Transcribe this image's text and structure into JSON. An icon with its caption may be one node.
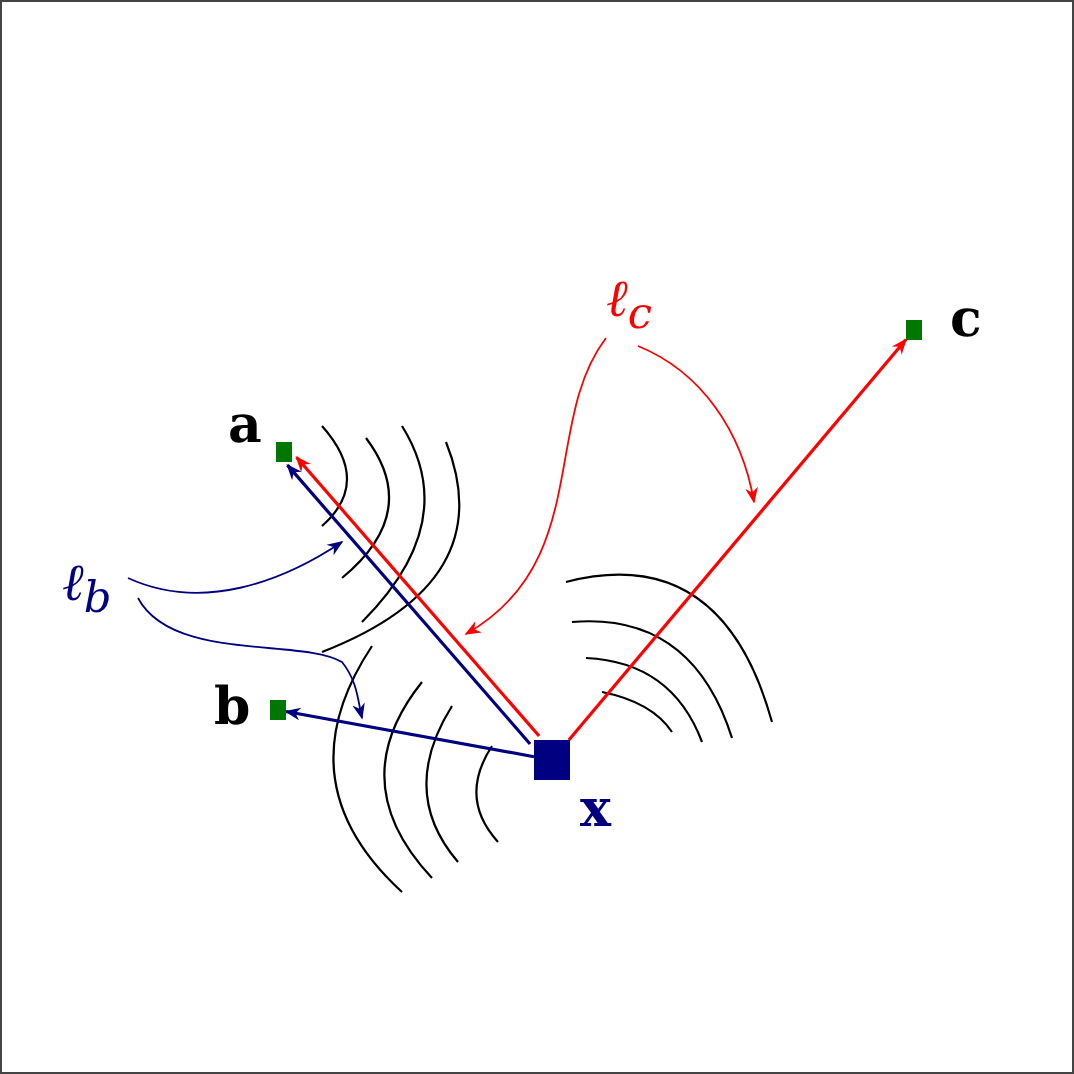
{
  "diagram": {
    "nodes": [
      {
        "text": [
          "x"
        ]
      },
      {
        "text": [
          "a"
        ]
      },
      {
        "text": [
          "b"
        ]
      },
      {
        "text": [
          "c"
        ]
      },
      {
        "text": [
          "ℓ$_{c}$"
        ]
      },
      {
        "text": [
          "ℓ$_{b}$"
        ]
      }
    ],
    "edges": [
      {
        "from": 0,
        "to": 1,
        "arrow": "to",
        "color": "#ff0000"
      },
      {
        "from": 0,
        "to": 1,
        "arrow": "to",
        "color": "#000080"
      },
      {
        "from": 0,
        "to": 2,
        "arrow": "to",
        "color": "#000080"
      },
      {
        "from": 0,
        "to": 3,
        "arrow": "to",
        "color": "#ff0000"
      },
      {
        "from": 4,
        "to": null,
        "arrow": "to",
        "color": "#ff0000"
      },
      {
        "from": 4,
        "to": null,
        "arrow": "to",
        "color": "#ff0000"
      },
      {
        "from": 5,
        "to": null,
        "arrow": "to",
        "color": "#000080"
      },
      {
        "from": 5,
        "to": null,
        "arrow": "to",
        "color": "#000080"
      }
    ]
  }
}
